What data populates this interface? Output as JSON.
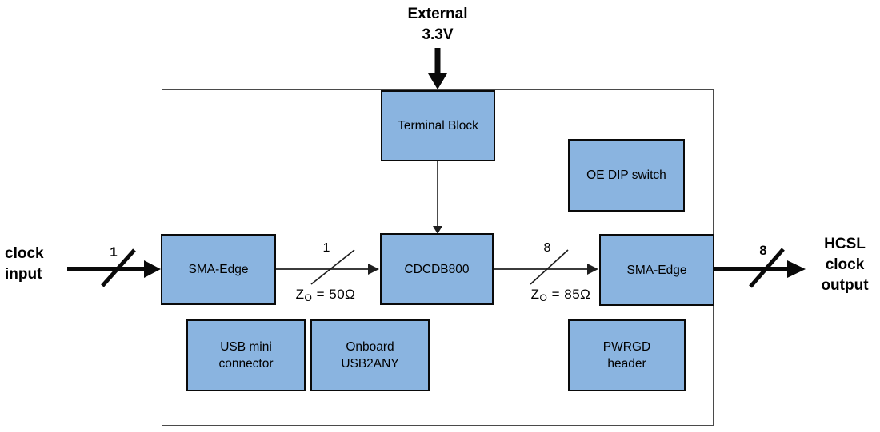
{
  "colors": {
    "box_fill": "#8AB4E0",
    "box_border": "#0a0a0a",
    "board_border": "#4a4a4a",
    "arrow_color": "#0a0a0a",
    "thin_line_color": "#1f1f1f",
    "text_color": "#000000",
    "background": "#ffffff"
  },
  "power": {
    "line1": "External",
    "line2": "3.3V"
  },
  "input_label": {
    "line1": "clock",
    "line2": "input"
  },
  "output_label": {
    "line1": "HCSL",
    "line2": "clock",
    "line3": "output"
  },
  "boxes": {
    "terminal_block": {
      "label": "Terminal Block"
    },
    "oe_dip_switch": {
      "label": "OE DIP switch"
    },
    "sma_edge_in": {
      "label": "SMA-Edge"
    },
    "cdcdb800": {
      "label": "CDCDB800"
    },
    "sma_edge_out": {
      "label": "SMA-Edge"
    },
    "usb_mini": {
      "line1": "USB mini",
      "line2": "connector"
    },
    "onboard_usb2any": {
      "line1": "Onboard",
      "line2": "USB2ANY"
    },
    "pwrgd_header": {
      "line1": "PWRGD",
      "line2": "header"
    }
  },
  "buses": {
    "input_thick": {
      "width": "1"
    },
    "input_thin": {
      "width": "1",
      "impedance": {
        "symbol": "Z",
        "sub": "O",
        "rest": " = 50Ω"
      }
    },
    "output_thin": {
      "width": "8",
      "impedance": {
        "symbol": "Z",
        "sub": "O",
        "rest": " = 85Ω"
      }
    },
    "output_thick": {
      "width": "8"
    }
  },
  "icons": {
    "power_arrow": "thick-down-arrow",
    "input_arrow": "thick-right-arrow",
    "output_arrow": "thick-right-arrow",
    "bus_slash": "diagonal-slash"
  }
}
